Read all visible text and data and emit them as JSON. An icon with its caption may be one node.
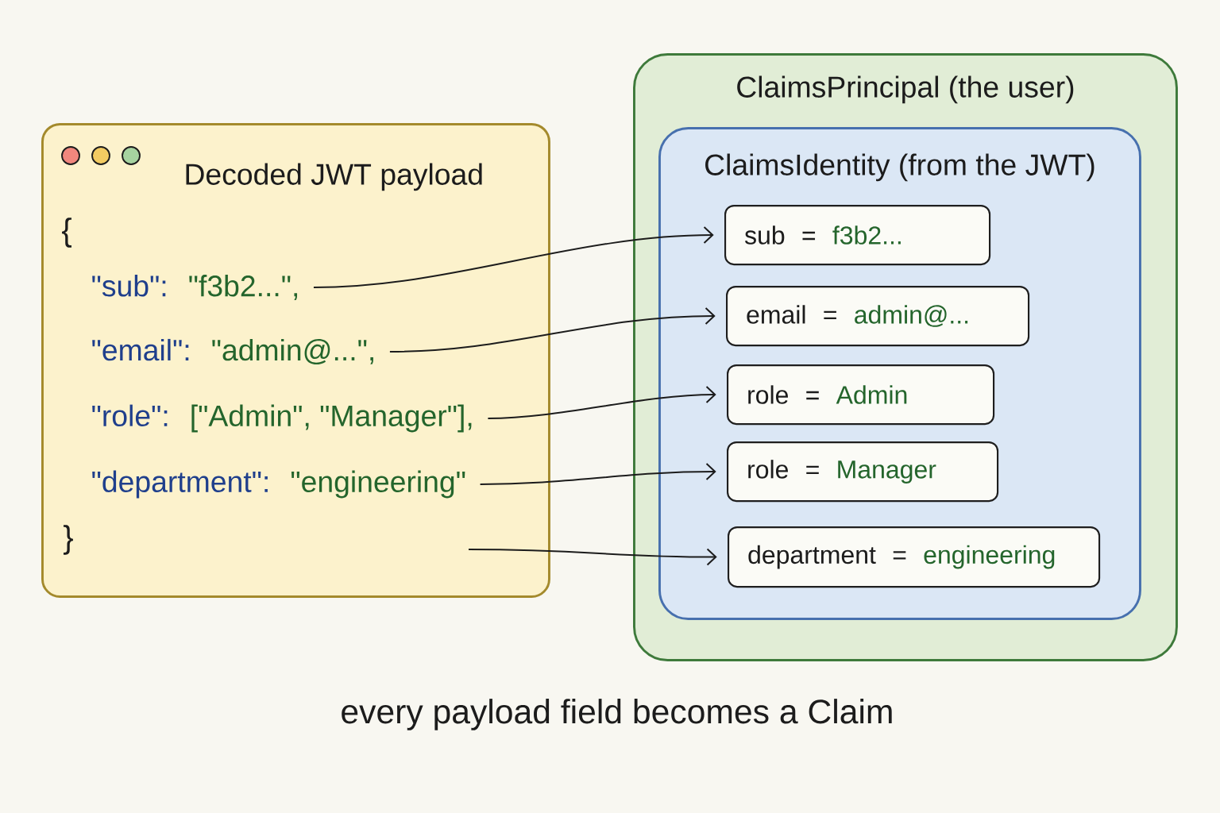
{
  "diagram": {
    "caption": "every payload field becomes a Claim",
    "nodes": [
      {
        "text": [
          "Decoded JWT payload"
        ]
      },
      {
        "text": [
          "\"sub\":",
          "\"f3b2...\","
        ],
        "in": 0
      },
      {
        "text": [
          "\"email\":",
          "\"admin@...\","
        ],
        "in": 0
      },
      {
        "text": [
          "\"role\":",
          "[\"Admin\", \"Manager\"],"
        ],
        "in": 0
      },
      {
        "text": [
          "\"department\":",
          "\"engineering\""
        ],
        "in": 0
      },
      {
        "text": [
          "ClaimsPrincipal (the user)"
        ]
      },
      {
        "text": [
          "ClaimsIdentity (from the JWT)"
        ],
        "in": 5
      },
      {
        "text": [
          "sub",
          "=",
          "f3b2..."
        ],
        "in": 6
      },
      {
        "text": [
          "email",
          "=",
          "admin@..."
        ],
        "in": 6
      },
      {
        "text": [
          "role",
          "=",
          "Admin"
        ],
        "in": 6
      },
      {
        "text": [
          "role",
          "=",
          "Manager"
        ],
        "in": 6
      },
      {
        "text": [
          "department",
          "=",
          "engineering"
        ],
        "in": 6
      }
    ],
    "edges": [
      {
        "from": 1,
        "to": 7,
        "arrow": "to"
      },
      {
        "from": 2,
        "to": 8,
        "arrow": "to"
      },
      {
        "from": 3,
        "to": 9,
        "arrow": "to"
      },
      {
        "from": 4,
        "to": 10,
        "arrow": "to"
      },
      {
        "from": null,
        "to": 11,
        "arrow": "to"
      }
    ],
    "labels": [
      "{",
      "}"
    ]
  }
}
